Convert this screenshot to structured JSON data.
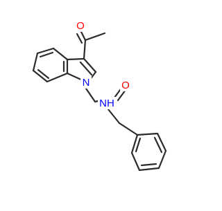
{
  "molecule": {
    "atoms": [
      {
        "id": "O1",
        "label": "O",
        "color": "#ff0000"
      },
      {
        "id": "N1",
        "label": "N",
        "color": "#0000ff"
      },
      {
        "id": "O2",
        "label": "O",
        "color": "#ff0000"
      },
      {
        "id": "N2",
        "label": "NH",
        "color": "#0000ff"
      }
    ],
    "bond_color": "#2b2b2b",
    "background": "#ffffff"
  }
}
